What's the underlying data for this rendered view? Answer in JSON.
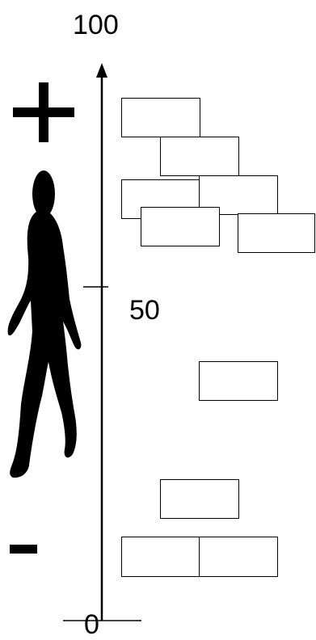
{
  "scale": {
    "top_label": "100",
    "mid_label": "50",
    "bottom_label": "0"
  },
  "signs": {
    "plus": "+",
    "minus": "-"
  },
  "icons": {
    "figure": "walking-person-silhouette-icon",
    "axis_arrow": "up-arrow"
  },
  "blocks_upper_group": 6,
  "blocks_lower_group": 4,
  "colors": {
    "ink": "#000000",
    "paper": "#ffffff"
  }
}
